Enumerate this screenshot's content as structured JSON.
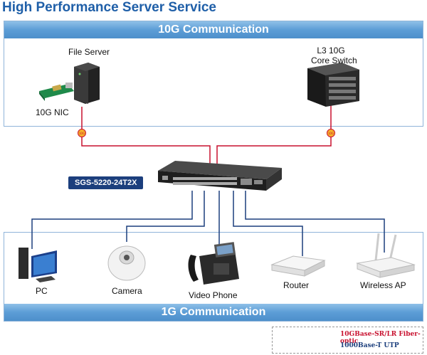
{
  "title": "High Performance Server Service",
  "sections": {
    "top": "10G Communication",
    "bottom": "1G Communication"
  },
  "devices": {
    "file_server": "File Server",
    "nic": "10G NIC",
    "core_switch_line1": "L3 10G",
    "core_switch_line2": "Core Switch",
    "switch_model": "SGS-5220-24T2X",
    "pc": "PC",
    "camera": "Camera",
    "video_phone": "Video Phone",
    "router": "Router",
    "wireless_ap": "Wireless AP"
  },
  "fiber_badge": "10G",
  "legend": {
    "fiber": "10GBase-SR/LR Fiber-optic",
    "utp": "1000Base-T UTP"
  },
  "colors": {
    "fiber": "#c8102e",
    "utp": "#1c3f7d",
    "bar": "#5c9dd6",
    "title": "#1f5fa8"
  }
}
